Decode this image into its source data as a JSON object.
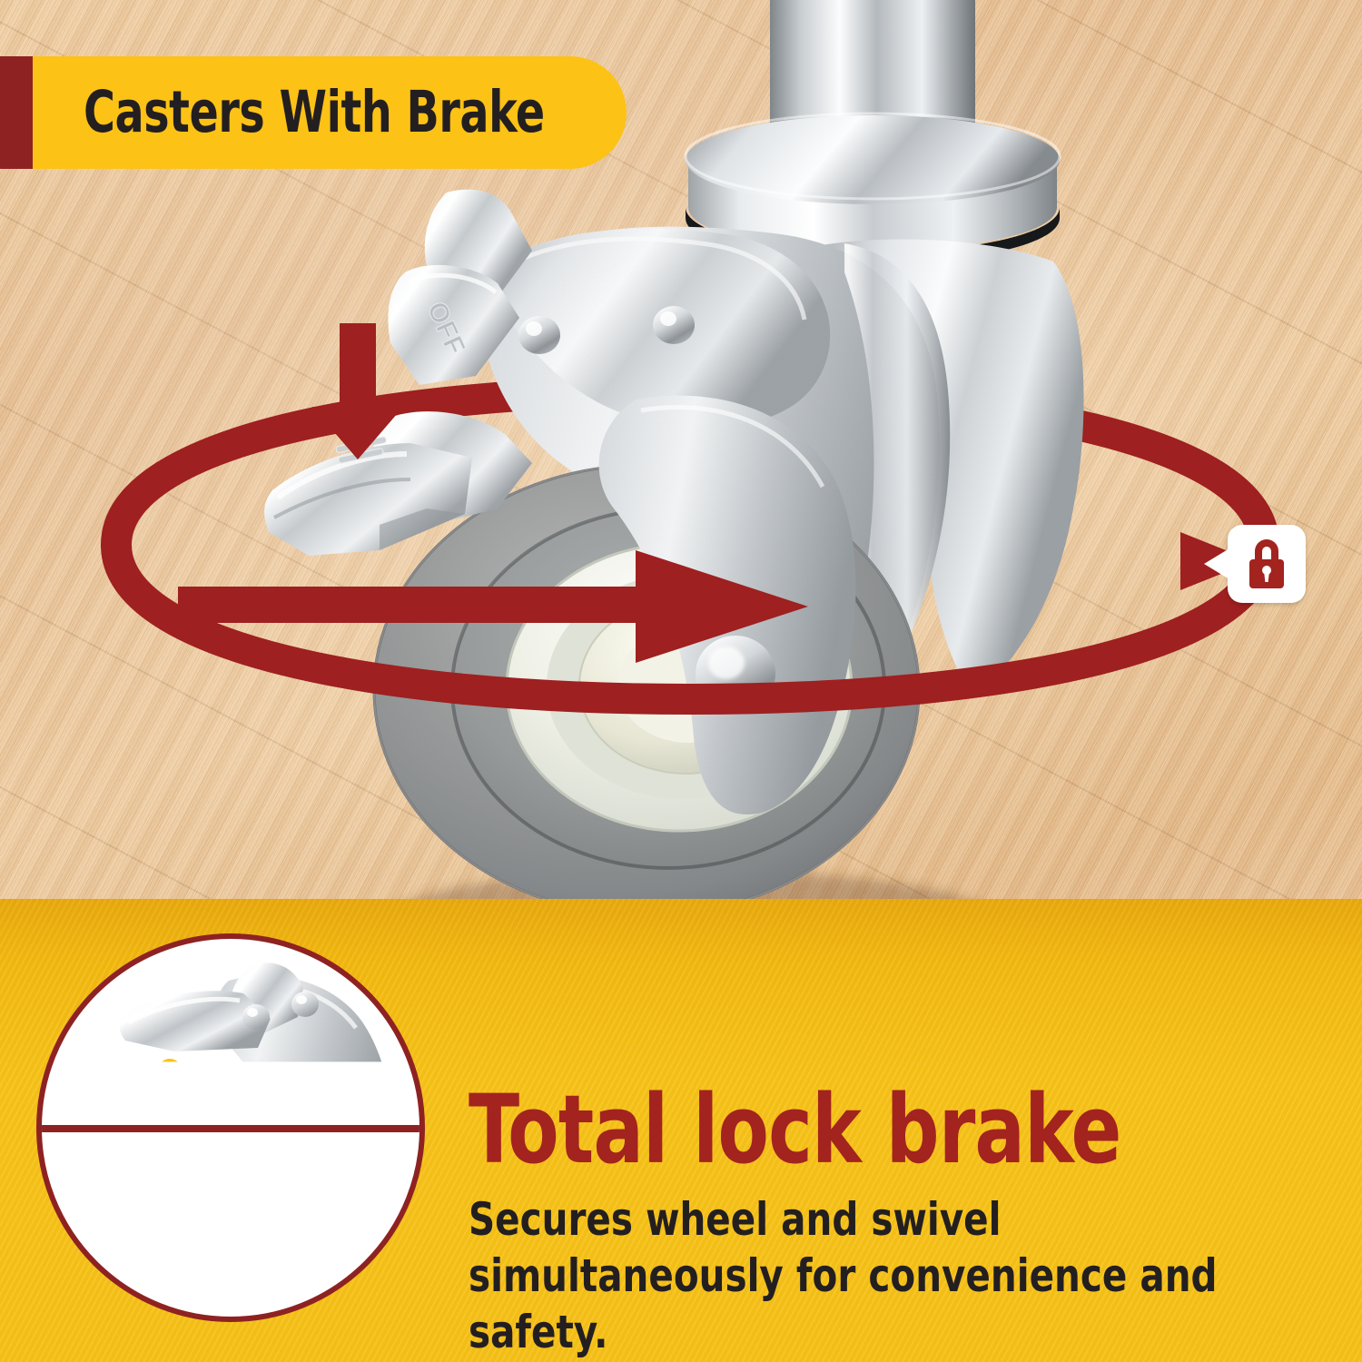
{
  "header": {
    "title": "Casters With Brake",
    "pill_color": "#FCC216",
    "accent_bar_color": "#8E2222",
    "title_color": "#231f20"
  },
  "product": {
    "subject": "swivel caster with total lock brake",
    "background": "light oak wood plank floor",
    "brake_pedal_labels": {
      "off": "OFF",
      "on": "ON"
    },
    "wheel_color": "#8f8f8f",
    "hub_color": "#eceadb",
    "metal_color": "#cfd2d4"
  },
  "annotations": {
    "swivel_arrow_label": "swivel-rotation-ellipse-arrow",
    "roll_arrow_label": "wheel-roll-direction-arrow",
    "press_arrow_label": "press-brake-pedal-down-arrow",
    "lock_arrow_label": "lock-swivel-curved-arrow",
    "arrow_color": "#9E2020"
  },
  "locks": {
    "locked_icon": "lock-closed-icon",
    "unlocked_icon": "lock-open-icon",
    "locked_color": "#A3231F",
    "unlocked_color": "#FBC312",
    "badge_bg": "#ffffff"
  },
  "inset": {
    "name": "before-after-brake-comparison",
    "top_state": "unlocked",
    "bottom_state": "locked",
    "border_color": "#8E2222",
    "bg_color": "#ffffff"
  },
  "footer": {
    "headline": "Total lock brake",
    "headline_color": "#A3231F",
    "description": "Secures wheel and swivel simultaneously for convenience and safety.",
    "description_color": "#231f20",
    "band_color": "#F6C117"
  }
}
